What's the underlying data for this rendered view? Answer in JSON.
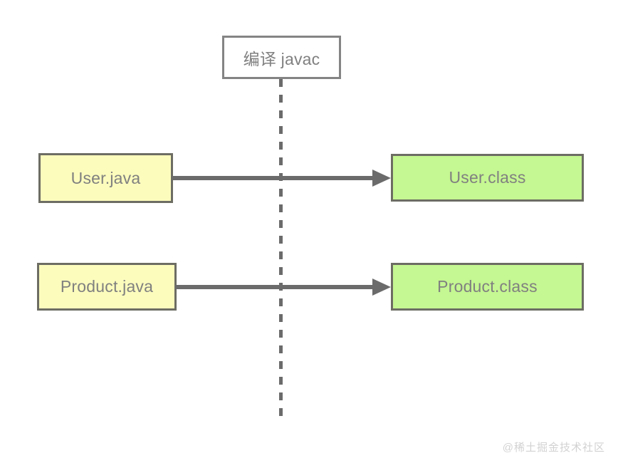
{
  "diagram": {
    "title": "Java compilation diagram",
    "background_color": "#ffffff",
    "phase": {
      "label": "编译 javac",
      "fill": "#ffffff",
      "border_color": "#848484",
      "text_color": "#808080"
    },
    "lifeline": {
      "style": "dashed",
      "color": "#6b6b6b",
      "orientation": "vertical"
    },
    "rows": [
      {
        "source": {
          "label": "User.java",
          "fill": "#fcfcbd",
          "border_color": "#6d6d64",
          "text_color": "#808080"
        },
        "output": {
          "label": "User.class",
          "fill": "#c5f792",
          "border_color": "#6d6d64",
          "text_color": "#808080"
        },
        "arrow": {
          "direction": "right",
          "color": "#6b6b6b"
        }
      },
      {
        "source": {
          "label": "Product.java",
          "fill": "#fcfcbd",
          "border_color": "#6d6d64",
          "text_color": "#808080"
        },
        "output": {
          "label": "Product.class",
          "fill": "#c5f792",
          "border_color": "#6d6d64",
          "text_color": "#808080"
        },
        "arrow": {
          "direction": "right",
          "color": "#6b6b6b"
        }
      }
    ],
    "watermark": {
      "text": "@稀土掘金技术社区",
      "color": "#d2d2d2"
    }
  }
}
